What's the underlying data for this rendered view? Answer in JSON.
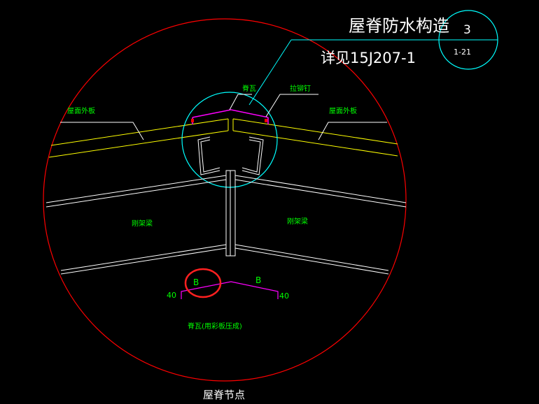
{
  "title": {
    "text": "屋脊防水构造",
    "reference": "详见15J207-1",
    "detail_number": "3",
    "sheet_number": "1-21"
  },
  "labels": {
    "ridge_tile": "脊瓦",
    "rivet": "拉铆钉",
    "roof_outer_left": "屋面外板",
    "roof_outer_right": "屋面外板",
    "beam_left": "刚架梁",
    "beam_right": "刚架梁",
    "dim_b_left": "B",
    "dim_b_right": "B",
    "dim_40_left": "40",
    "dim_40_right": "40",
    "ridge_note": "脊瓦(用彩板压成)",
    "caption": "屋脊节点"
  },
  "colors": {
    "background": "#000000",
    "circle": "#ff0000",
    "leader": "#00ffff",
    "roof_panel": "#ffff00",
    "ridge_tile": "#ff00ff",
    "label": "#00ff00",
    "beam": "#ffffff",
    "highlight": "#ff2020"
  }
}
